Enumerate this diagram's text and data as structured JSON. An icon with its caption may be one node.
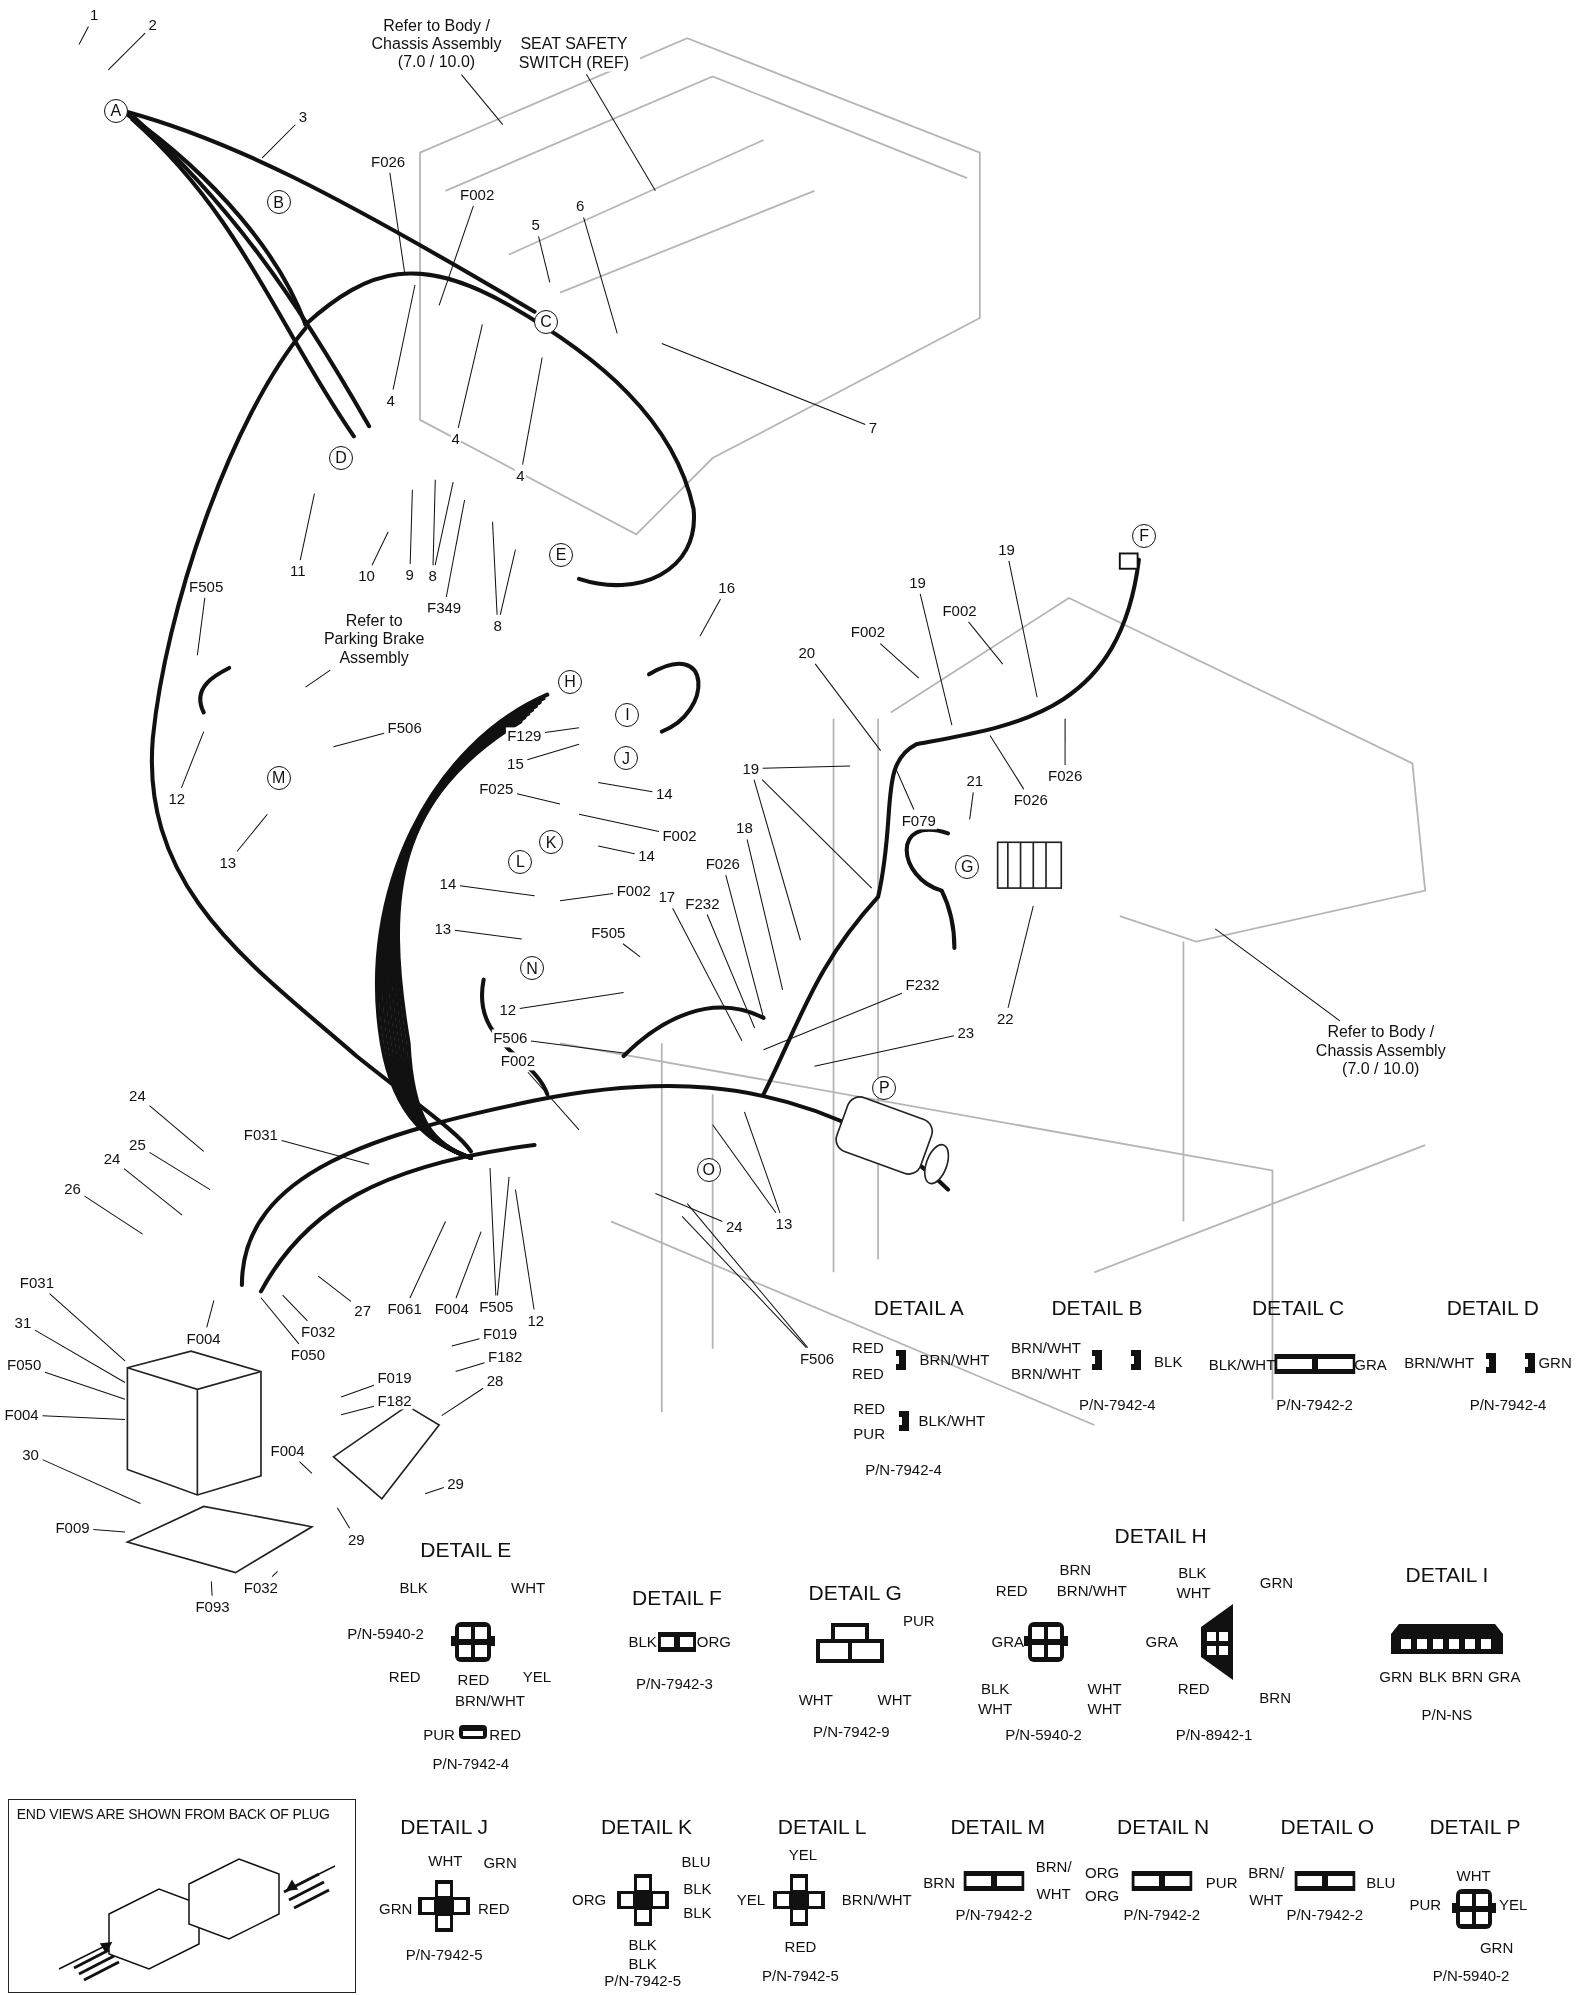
{
  "diagram": {
    "nodes": [
      {
        "text": [
          "1"
        ]
      },
      {
        "text": [
          "2"
        ]
      },
      {
        "text": [
          "3"
        ]
      },
      {
        "text": [
          "Refer to Body / Chassis Assembly (7.0 / 10.0)"
        ]
      },
      {
        "text": [
          "SEAT SAFETY SWITCH (REF)"
        ]
      },
      {
        "text": [
          "F026"
        ]
      },
      {
        "text": [
          "F002"
        ]
      },
      {
        "text": [
          "5"
        ]
      },
      {
        "text": [
          "6"
        ]
      },
      {
        "text": [
          "7"
        ]
      },
      {
        "text": [
          "4"
        ]
      },
      {
        "text": [
          "4"
        ]
      },
      {
        "text": [
          "4"
        ]
      },
      {
        "text": [
          "11"
        ]
      },
      {
        "text": [
          "10"
        ]
      },
      {
        "text": [
          "9"
        ]
      },
      {
        "text": [
          "8"
        ]
      },
      {
        "text": [
          "F349"
        ]
      },
      {
        "text": [
          "8"
        ]
      },
      {
        "text": [
          "16"
        ]
      },
      {
        "text": [
          "F505"
        ]
      },
      {
        "text": [
          "Refer to Parking Brake Assembly"
        ]
      },
      {
        "text": [
          "F506"
        ]
      },
      {
        "text": [
          "12"
        ]
      },
      {
        "text": [
          "13"
        ]
      },
      {
        "text": [
          "F129"
        ]
      },
      {
        "text": [
          "15"
        ]
      },
      {
        "text": [
          "14"
        ]
      },
      {
        "text": [
          "F025"
        ]
      },
      {
        "text": [
          "F002"
        ]
      },
      {
        "text": [
          "14"
        ]
      },
      {
        "text": [
          "14"
        ]
      },
      {
        "text": [
          "F002"
        ]
      },
      {
        "text": [
          "13"
        ]
      },
      {
        "text": [
          "F505"
        ]
      },
      {
        "text": [
          "12"
        ]
      },
      {
        "text": [
          "F506"
        ]
      },
      {
        "text": [
          "F002"
        ]
      },
      {
        "text": [
          "17"
        ]
      },
      {
        "text": [
          "F232"
        ]
      },
      {
        "text": [
          "F026"
        ]
      },
      {
        "text": [
          "18"
        ]
      },
      {
        "text": [
          "19"
        ]
      },
      {
        "text": [
          "F232"
        ]
      },
      {
        "text": [
          "23"
        ]
      },
      {
        "text": [
          "20"
        ]
      },
      {
        "text": [
          "F002"
        ]
      },
      {
        "text": [
          "19"
        ]
      },
      {
        "text": [
          "F002"
        ]
      },
      {
        "text": [
          "19"
        ]
      },
      {
        "text": [
          "21"
        ]
      },
      {
        "text": [
          "F079"
        ]
      },
      {
        "text": [
          "F026"
        ]
      },
      {
        "text": [
          "F026"
        ]
      },
      {
        "text": [
          "22"
        ]
      },
      {
        "text": [
          "Refer to Body / Chassis Assembly (7.0 / 10.0)"
        ]
      },
      {
        "text": [
          "24"
        ]
      },
      {
        "text": [
          "25"
        ]
      },
      {
        "text": [
          "24"
        ]
      },
      {
        "text": [
          "26"
        ]
      },
      {
        "text": [
          "F031"
        ]
      },
      {
        "text": [
          "F031"
        ]
      },
      {
        "text": [
          "31"
        ]
      },
      {
        "text": [
          "F050"
        ]
      },
      {
        "text": [
          "F004"
        ]
      },
      {
        "text": [
          "F004"
        ]
      },
      {
        "text": [
          "F032"
        ]
      },
      {
        "text": [
          "F050"
        ]
      },
      {
        "text": [
          "27"
        ]
      },
      {
        "text": [
          "F061"
        ]
      },
      {
        "text": [
          "F004"
        ]
      },
      {
        "text": [
          "F505"
        ]
      },
      {
        "text": [
          "12"
        ]
      },
      {
        "text": [
          "F019"
        ]
      },
      {
        "text": [
          "F182"
        ]
      },
      {
        "text": [
          "28"
        ]
      },
      {
        "text": [
          "F019"
        ]
      },
      {
        "text": [
          "F182"
        ]
      },
      {
        "text": [
          "F004"
        ]
      },
      {
        "text": [
          "29"
        ]
      },
      {
        "text": [
          "29"
        ]
      },
      {
        "text": [
          "30"
        ]
      },
      {
        "text": [
          "F009"
        ]
      },
      {
        "text": [
          "F093"
        ]
      },
      {
        "text": [
          "F032"
        ]
      },
      {
        "text": [
          "13"
        ]
      },
      {
        "text": [
          "24"
        ]
      },
      {
        "text": [
          "F506"
        ]
      },
      {
        "text": [
          "END VIEWS ARE SHOWN FROM BACK OF PLUG"
        ]
      },
      {
        "text": [],
        "shape": "picture"
      },
      {
        "text": [],
        "shape": "picture"
      },
      {
        "text": [],
        "shape": "picture"
      }
    ],
    "edges": [
      {
        "from": 0,
        "to": null,
        "arrow": "none"
      },
      {
        "from": 1,
        "to": null,
        "arrow": "none"
      },
      {
        "from": 2,
        "to": null,
        "arrow": "none"
      },
      {
        "from": 3,
        "to": null,
        "arrow": "none"
      },
      {
        "from": 4,
        "to": null,
        "arrow": "none"
      },
      {
        "from": 5,
        "to": null,
        "arrow": "none"
      },
      {
        "from": 6,
        "to": null,
        "arrow": "none"
      },
      {
        "from": 7,
        "to": null,
        "arrow": "none"
      },
      {
        "from": 8,
        "to": null,
        "arrow": "none"
      },
      {
        "from": 9,
        "to": null,
        "arrow": "none"
      },
      {
        "from": 10,
        "to": null,
        "arrow": "none"
      },
      {
        "from": 11,
        "to": null,
        "arrow": "none"
      },
      {
        "from": 12,
        "to": null,
        "arrow": "none"
      },
      {
        "from": 13,
        "to": null,
        "arrow": "none"
      },
      {
        "from": 14,
        "to": null,
        "arrow": "none"
      },
      {
        "from": 15,
        "to": null,
        "arrow": "none"
      },
      {
        "from": 16,
        "to": null,
        "arrow": "none"
      },
      {
        "from": 16,
        "to": null,
        "arrow": "none"
      },
      {
        "from": 17,
        "to": null,
        "arrow": "none"
      },
      {
        "from": 18,
        "to": null,
        "arrow": "none"
      },
      {
        "from": 18,
        "to": null,
        "arrow": "none"
      },
      {
        "from": 19,
        "to": null,
        "arrow": "none"
      },
      {
        "from": 20,
        "to": null,
        "arrow": "none"
      },
      {
        "from": 21,
        "to": null,
        "arrow": "none"
      },
      {
        "from": 22,
        "to": null,
        "arrow": "none"
      },
      {
        "from": 23,
        "to": null,
        "arrow": "none"
      },
      {
        "from": 24,
        "to": null,
        "arrow": "none"
      },
      {
        "from": 25,
        "to": null,
        "arrow": "none"
      },
      {
        "from": 26,
        "to": null,
        "arrow": "none"
      },
      {
        "from": 27,
        "to": null,
        "arrow": "none"
      },
      {
        "from": 28,
        "to": null,
        "arrow": "none"
      },
      {
        "from": 29,
        "to": null,
        "arrow": "none"
      },
      {
        "from": 30,
        "to": null,
        "arrow": "none"
      },
      {
        "from": 31,
        "to": null,
        "arrow": "none"
      },
      {
        "from": 32,
        "to": null,
        "arrow": "none"
      },
      {
        "from": 33,
        "to": null,
        "arrow": "none"
      },
      {
        "from": 34,
        "to": null,
        "arrow": "none"
      },
      {
        "from": 35,
        "to": null,
        "arrow": "none"
      },
      {
        "from": 36,
        "to": null,
        "arrow": "none"
      },
      {
        "from": 37,
        "to": null,
        "arrow": "none"
      },
      {
        "from": 38,
        "to": null,
        "arrow": "none"
      },
      {
        "from": 39,
        "to": null,
        "arrow": "none"
      },
      {
        "from": 40,
        "to": null,
        "arrow": "none"
      },
      {
        "from": 41,
        "to": null,
        "arrow": "none"
      },
      {
        "from": 42,
        "to": null,
        "arrow": "none"
      },
      {
        "from": 42,
        "to": null,
        "arrow": "none"
      },
      {
        "from": 42,
        "to": null,
        "arrow": "none"
      },
      {
        "from": 43,
        "to": null,
        "arrow": "none"
      },
      {
        "from": 44,
        "to": null,
        "arrow": "none"
      },
      {
        "from": 45,
        "to": null,
        "arrow": "none"
      },
      {
        "from": 46,
        "to": null,
        "arrow": "none"
      },
      {
        "from": 47,
        "to": null,
        "arrow": "none"
      },
      {
        "from": 48,
        "to": null,
        "arrow": "none"
      },
      {
        "from": 49,
        "to": null,
        "arrow": "none"
      },
      {
        "from": 50,
        "to": null,
        "arrow": "none"
      },
      {
        "from": 51,
        "to": null,
        "arrow": "none"
      },
      {
        "from": 52,
        "to": null,
        "arrow": "none"
      },
      {
        "from": 53,
        "to": null,
        "arrow": "none"
      },
      {
        "from": 54,
        "to": null,
        "arrow": "none"
      },
      {
        "from": 55,
        "to": null,
        "arrow": "none"
      },
      {
        "from": 56,
        "to": null,
        "arrow": "none"
      },
      {
        "from": 57,
        "to": null,
        "arrow": "none"
      },
      {
        "from": 58,
        "to": null,
        "arrow": "none"
      },
      {
        "from": 59,
        "to": null,
        "arrow": "none"
      },
      {
        "from": 60,
        "to": null,
        "arrow": "none"
      },
      {
        "from": 61,
        "to": 89,
        "arrow": "none"
      },
      {
        "from": 62,
        "to": 89,
        "arrow": "none"
      },
      {
        "from": 63,
        "to": 89,
        "arrow": "none"
      },
      {
        "from": 64,
        "to": 89,
        "arrow": "none"
      },
      {
        "from": 65,
        "to": null,
        "arrow": "none"
      },
      {
        "from": 66,
        "to": null,
        "arrow": "none"
      },
      {
        "from": 67,
        "to": null,
        "arrow": "none"
      },
      {
        "from": 68,
        "to": null,
        "arrow": "none"
      },
      {
        "from": 69,
        "to": null,
        "arrow": "none"
      },
      {
        "from": 70,
        "to": null,
        "arrow": "none"
      },
      {
        "from": 71,
        "to": null,
        "arrow": "none"
      },
      {
        "from": 71,
        "to": null,
        "arrow": "none"
      },
      {
        "from": 72,
        "to": null,
        "arrow": "none"
      },
      {
        "from": 73,
        "to": null,
        "arrow": "none"
      },
      {
        "from": 74,
        "to": null,
        "arrow": "none"
      },
      {
        "from": 75,
        "to": 90,
        "arrow": "none"
      },
      {
        "from": 76,
        "to": null,
        "arrow": "none"
      },
      {
        "from": 77,
        "to": null,
        "arrow": "none"
      },
      {
        "from": 78,
        "to": null,
        "arrow": "none"
      },
      {
        "from": 79,
        "to": null,
        "arrow": "none"
      },
      {
        "from": 80,
        "to": null,
        "arrow": "none"
      },
      {
        "from": 81,
        "to": 91,
        "arrow": "none"
      },
      {
        "from": 82,
        "to": 91,
        "arrow": "none"
      },
      {
        "from": 83,
        "to": null,
        "arrow": "none"
      },
      {
        "from": 84,
        "to": null,
        "arrow": "none"
      },
      {
        "from": 85,
        "to": null,
        "arrow": "none"
      },
      {
        "from": 85,
        "to": null,
        "arrow": "none"
      },
      {
        "from": 86,
        "to": null,
        "arrow": "none"
      },
      {
        "from": 87,
        "to": null,
        "arrow": "none"
      },
      {
        "from": 87,
        "to": null,
        "arrow": "none"
      }
    ],
    "labels": [
      "A",
      "B",
      "C",
      "D",
      "E",
      "F",
      "H",
      "I",
      "M",
      "J",
      "L",
      "K",
      "G",
      "N",
      "P",
      "O",
      "DETAIL A",
      "DETAIL B",
      "DETAIL C",
      "DETAIL D",
      "RED",
      "BRN/WHT",
      "BRN/WHT",
      "BLK",
      "BLK/WHT",
      "GRA",
      "BRN/WHT",
      "GRN",
      "RED",
      "BRN/WHT",
      "RED",
      "BLK/WHT",
      "P/N-7942-4",
      "P/N-7942-2",
      "P/N-7942-4",
      "PUR",
      "P/N-7942-4",
      "DETAIL E",
      "BRN",
      "DETAIL H",
      "BLK",
      "DETAIL I",
      "BLK",
      "WHT",
      "DETAIL F",
      "DETAIL G",
      "RED",
      "BRN/WHT",
      "WHT",
      "GRN",
      "P/N-5940-2",
      "BLK",
      "ORG",
      "PUR",
      "GRA",
      "GRA",
      "RED",
      "RED",
      "YEL",
      "P/N-7942-3",
      "BLK",
      "WHT",
      "RED",
      "GRN",
      "BLK",
      "BRN",
      "GRA",
      "BRN/WHT",
      "WHT",
      "WHT",
      "WHT",
      "WHT",
      "BRN",
      "P/N-NS",
      "PUR",
      "RED",
      "P/N-7942-9",
      "P/N-5940-2",
      "P/N-8942-1",
      "P/N-7942-4",
      "DETAIL J",
      "DETAIL K",
      "DETAIL L",
      "DETAIL M",
      "DETAIL N",
      "DETAIL O",
      "DETAIL P",
      "WHT",
      "GRN",
      "BLU",
      "YEL",
      "BRN/",
      "ORG",
      "BRN/",
      "WHT",
      "GRN",
      "RED",
      "ORG",
      "BLK",
      "BLK",
      "YEL",
      "BRN/WHT",
      "BRN",
      "P/N-7942-2",
      "WHT",
      "ORG",
      "P/N-7942-2",
      "PUR",
      "WHT",
      "P/N-7942-2",
      "BLU",
      "PUR",
      "YEL",
      "P/N-7942-5",
      "BLK",
      "RED",
      "GRN",
      "BLK",
      "P/N-7942-5",
      "P/N-7942-5",
      "P/N-5940-2"
    ]
  }
}
